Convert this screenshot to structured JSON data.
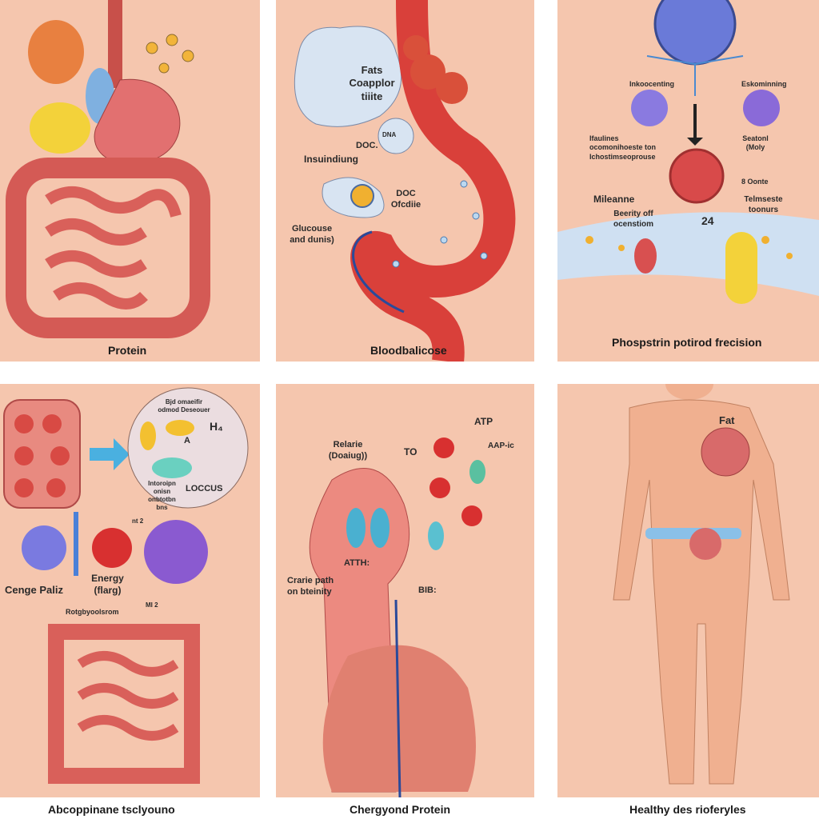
{
  "panels": [
    {
      "caption": "Protein"
    },
    {
      "caption": "Bloodbalicose",
      "labels": {
        "cloud": "Fats Coapplor tiiite",
        "dna": "DNA",
        "doc1": "DOC.",
        "insulin": "Insuindiung",
        "doc2": "DOC Ofcdiie",
        "glucose": "Glucouse and dunis)"
      }
    },
    {
      "caption": "Phospstrin potirod frecision",
      "labels": {
        "left_top": "Inkoocenting",
        "right_top": "Eskominning",
        "left_mid": "Ifaulines ocomonihoeste ton Ichostimseoprouse",
        "right_mid": "Seatonl (Moly",
        "core": "8 Oonte",
        "membrane": "Mileanne",
        "beerity": "Beerity off ocenstiom",
        "right_low": "Telmseste toonurs",
        "number": "24"
      }
    },
    {
      "caption": "Abcoppinane tsclyouno",
      "labels": {
        "circle_top": "Bjd omaeifir odmod Deseouer",
        "h": "H₄",
        "a": "A",
        "circle_bottom": "Intoroipn onisn onbtotbn bns",
        "locus": "LOCCUS",
        "energy": "Energy (flarg)",
        "cenge": "Cenge Paliz",
        "rotg": "Rotgbyoolsrom",
        "n2": "nt 2",
        "mi": "MI 2"
      }
    },
    {
      "caption": "Chergyond Protein",
      "labels": {
        "relarie": "Relarie (Doaiug))",
        "to": "TO",
        "atp": "ATP",
        "aap": "AAP-ic",
        "atth": "ATTH:",
        "bib": "BIB:",
        "crarie": "Crarie path on bteinity"
      }
    },
    {
      "caption": "Healthy des rioferyles",
      "labels": {
        "fat": "Fat"
      }
    }
  ],
  "colors": {
    "panel_bg": "#f5c6ae",
    "organ": "#d9605a",
    "blue": "#4a90d9"
  }
}
